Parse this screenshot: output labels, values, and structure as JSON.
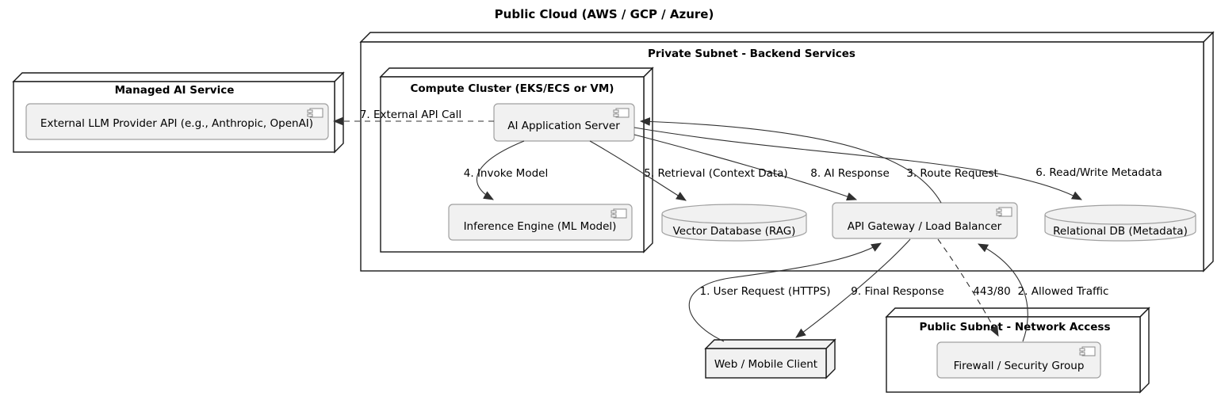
{
  "title": "Public Cloud (AWS / GCP / Azure)",
  "colors": {
    "background": "#ffffff",
    "node_border": "#181818",
    "node_fill": "#ffffff",
    "component_fill": "#F1F1F1",
    "component_border": "#A0A0A0",
    "edge_line": "#303030",
    "text": "#000000"
  },
  "icons": {
    "component": "uml-component-icon"
  },
  "nodes": {
    "private_subnet": {
      "label": "Private Subnet - Backend Services"
    },
    "managed_ai": {
      "label": "Managed AI Service"
    },
    "compute_cluster": {
      "label": "Compute Cluster (EKS/ECS or VM)"
    },
    "public_subnet": {
      "label": "Public Subnet - Network Access"
    },
    "web_client": {
      "label": "Web / Mobile Client"
    }
  },
  "components": {
    "llm_api": {
      "label": "External LLM Provider API (e.g., Anthropic, OpenAI)"
    },
    "app_server": {
      "label": "AI Application Server"
    },
    "inference": {
      "label": "Inference Engine (ML Model)"
    },
    "api_gateway": {
      "label": "API Gateway / Load Balancer"
    },
    "firewall": {
      "label": "Firewall / Security Group"
    }
  },
  "databases": {
    "vector_db": {
      "label": "Vector Database (RAG)"
    },
    "relational_db": {
      "label": "Relational DB (Metadata)"
    }
  },
  "edges": {
    "user_request": {
      "label": "1. User Request (HTTPS)",
      "style": "solid"
    },
    "allowed_traffic": {
      "label": "2. Allowed Traffic",
      "style": "solid"
    },
    "route_request": {
      "label": "3. Route Request",
      "style": "solid"
    },
    "invoke_model": {
      "label": "4. Invoke Model",
      "style": "solid"
    },
    "retrieval": {
      "label": "5. Retrieval (Context Data)",
      "style": "solid"
    },
    "read_write": {
      "label": "6. Read/Write Metadata",
      "style": "solid"
    },
    "external_api": {
      "label": "7. External API Call",
      "style": "dashed"
    },
    "ai_response": {
      "label": "8. AI Response",
      "style": "solid"
    },
    "final_response": {
      "label": "9. Final Response",
      "style": "solid"
    },
    "ports": {
      "label": "443/80",
      "style": "dashed"
    }
  }
}
